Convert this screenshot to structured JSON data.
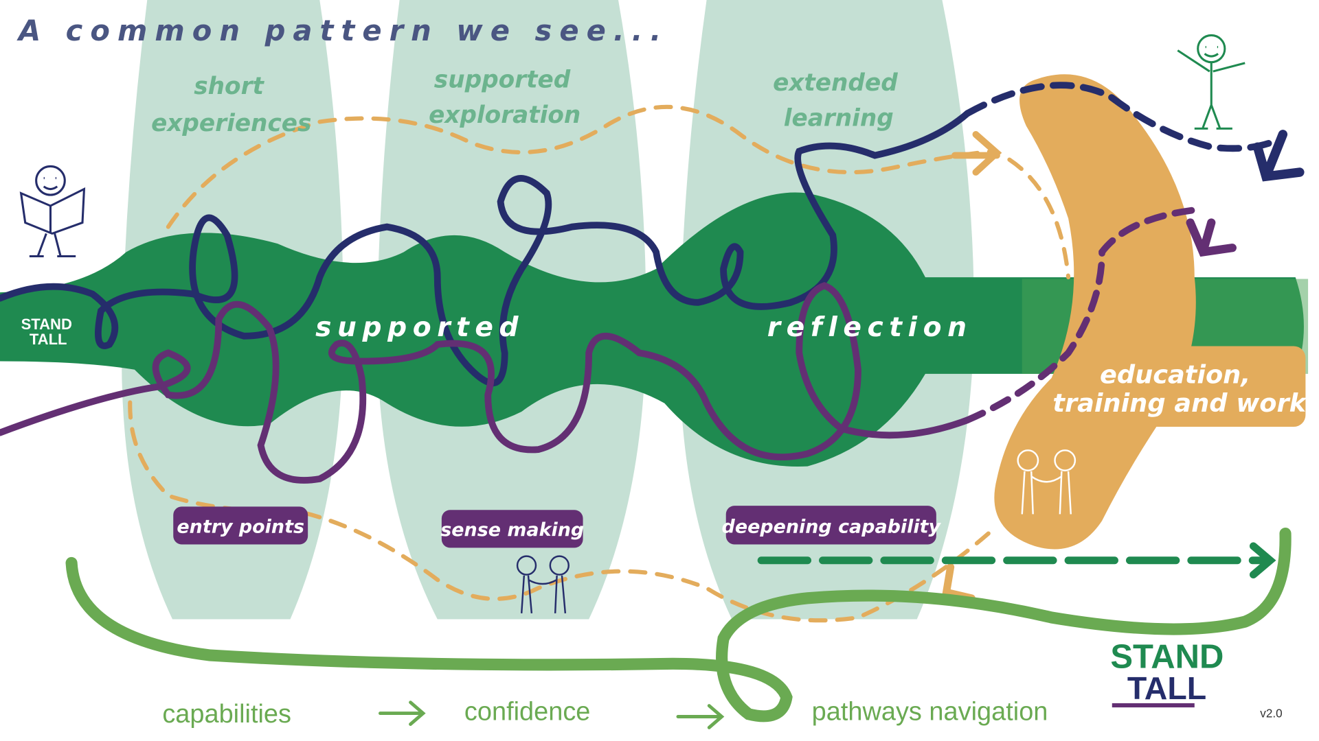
{
  "title": "A common pattern we see...",
  "columns": [
    {
      "line1": "short",
      "line2": "experiences"
    },
    {
      "line1": "supported",
      "line2": "exploration"
    },
    {
      "line1": "extended",
      "line2": "learning"
    }
  ],
  "band_labels": {
    "left": "supported",
    "right": "reflection"
  },
  "destination": {
    "line1": "education,",
    "line2": "training and work"
  },
  "tags": [
    "entry points",
    "sense making",
    "deepening capability"
  ],
  "bottom_labels": [
    "capabilities",
    "confidence",
    "pathways navigation"
  ],
  "logo": {
    "line1": "STAND",
    "line2": "TALL"
  },
  "version": "v2.0",
  "colors": {
    "pale_green": "#c5e0d4",
    "dark_green": "#1f8a50",
    "navy": "#252d6b",
    "purple": "#632f73",
    "orange": "#e3ac5c",
    "light_green": "#6aaa52",
    "title": "#4a5682"
  }
}
